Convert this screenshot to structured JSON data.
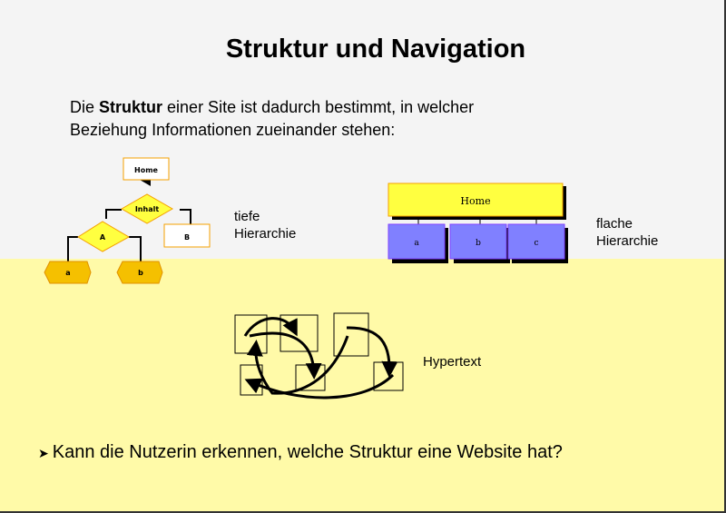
{
  "slide": {
    "title": "Struktur und Navigation",
    "intro": {
      "pre": "Die ",
      "bold": "Struktur",
      "post": " einer Site ist dadurch bestimmt, in welcher",
      "line2": "Beziehung Informationen zueinander stehen:"
    },
    "deep": {
      "label1": "tiefe",
      "label2": "Hierarchie",
      "nodes": {
        "home": "Home",
        "inhalt": "Inhalt",
        "A": "A",
        "B": "B",
        "a": "a",
        "b": "b"
      }
    },
    "flat": {
      "label1": "flache",
      "label2": "Hierarchie",
      "nodes": {
        "home": "Home",
        "a": "a",
        "b": "b",
        "c": "c"
      }
    },
    "hypertext": {
      "label": "Hypertext"
    },
    "question": "Kann die Nutzerin erkennen, welche Struktur eine Website hat?",
    "colors": {
      "top_bg": "#f4f4f4",
      "bottom_bg": "#fffaa8",
      "node_yellow": "#ffff40",
      "node_orange": "#f5c000",
      "node_blue": "#8080ff"
    }
  }
}
